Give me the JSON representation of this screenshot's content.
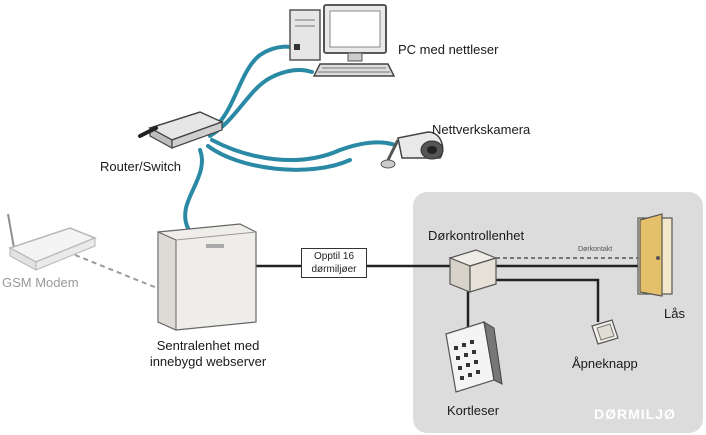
{
  "labels": {
    "pc": "PC med nettleser",
    "camera": "Nettverkskamera",
    "router": "Router/Switch",
    "gsm": "GSM Modem",
    "central_line1": "Sentralenhet med",
    "central_line2": "innebygd webserver",
    "limit_line1": "Opptil 16",
    "limit_line2": "dørmiljøer",
    "door_controller": "Dørkontrollenhet",
    "door_contact": "Dørkontakt",
    "lock": "Lås",
    "open_button": "Åpneknapp",
    "card_reader": "Kortleser",
    "brand": "DØRMILJØ"
  },
  "colors": {
    "network_cable": "#2a8aa6",
    "wire": "#222222",
    "door_panel": "#dcdcdc",
    "gsm_dashed": "#9a9a9a",
    "door": "#e4c06a"
  }
}
